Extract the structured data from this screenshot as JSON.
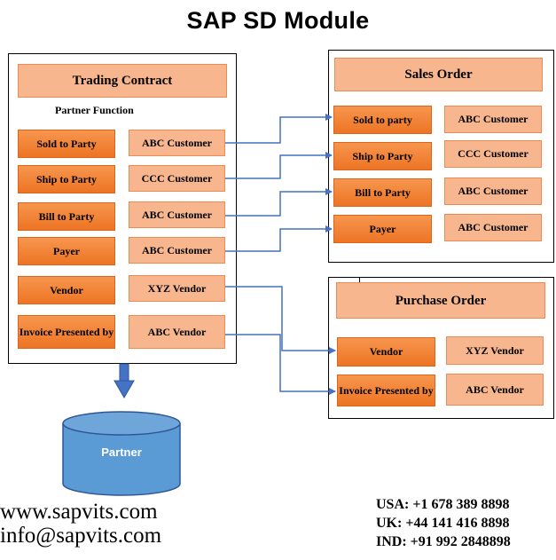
{
  "title": "SAP SD Module",
  "trading_contract": {
    "header": "Trading Contract",
    "subheader": "Partner Function",
    "rows": [
      {
        "label": "Sold to Party",
        "value": "ABC Customer"
      },
      {
        "label": "Ship to Party",
        "value": "CCC Customer"
      },
      {
        "label": "Bill to Party",
        "value": "ABC Customer"
      },
      {
        "label": "Payer",
        "value": "ABC Customer"
      },
      {
        "label": "Vendor",
        "value": "XYZ Vendor"
      },
      {
        "label": "Invoice Presented by",
        "value": "ABC Vendor"
      }
    ]
  },
  "sales_order": {
    "header": "Sales Order",
    "rows": [
      {
        "label": "Sold to party",
        "value": "ABC Customer"
      },
      {
        "label": "Ship to Party",
        "value": "CCC Customer"
      },
      {
        "label": "Bill to Party",
        "value": "ABC Customer"
      },
      {
        "label": "Payer",
        "value": "ABC Customer"
      }
    ]
  },
  "purchase_order": {
    "header": "Purchase Order",
    "rows": [
      {
        "label": "Vendor",
        "value": "XYZ Vendor"
      },
      {
        "label": "Invoice Presented by",
        "value": "ABC Vendor"
      }
    ]
  },
  "database": {
    "label": "Partner"
  },
  "contact": {
    "website": "www.sapvits.com",
    "email": "info@sapvits.com",
    "usa": "USA: +1 678 389 8898",
    "uk": "UK: +44 141 416 8898",
    "ind": "IND: +91 992 2848898"
  },
  "colors": {
    "label_fill": "#ed7424",
    "value_fill": "#f8b68e",
    "connector": "#4472c4",
    "database_fill": "#5b9bd5"
  }
}
